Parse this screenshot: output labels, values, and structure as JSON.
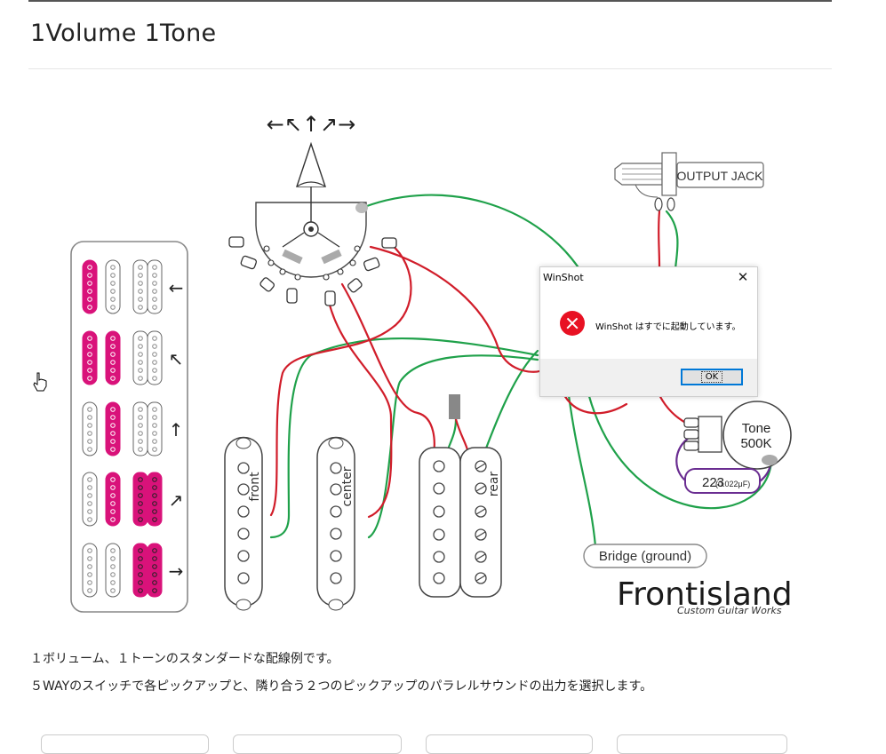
{
  "page": {
    "title": "1Volume 1Tone",
    "description_1": "１ボリューム、１トーンのスタンダードな配線例です。",
    "description_2": "５WAYのスイッチで各ピックアップと、隣り合う２つのピックアップのパラレルサウンドの出力を選択します。"
  },
  "diagram": {
    "arrows_label": "←↖↑↗→",
    "output_jack_label": "OUTPUT JACK",
    "pickup_front": "front",
    "pickup_center": "center",
    "pickup_rear": "rear",
    "tone_label": "Tone",
    "tone_value": "500K",
    "capacitor_value": "223",
    "capacitor_sub": "(0.022μF)",
    "bridge_label": "Bridge (ground)",
    "brand_name": "Frontisland",
    "brand_sub": "Custom Guitar Works",
    "position_arrows": [
      "←",
      "↖",
      "↑",
      "↗",
      "→"
    ],
    "colors": {
      "active": "#d9127a",
      "red_wire": "#d11d2a",
      "green_wire": "#1fa14a",
      "purple_wire": "#6a2d91"
    }
  },
  "dialog": {
    "title": "WinShot",
    "close_glyph": "✕",
    "message": "WinShot はすでに起動しています。",
    "ok_label": "OK",
    "icon": "error-icon"
  }
}
